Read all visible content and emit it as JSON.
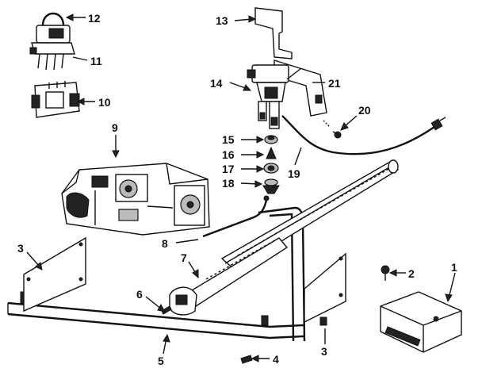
{
  "callouts": [
    {
      "id": "1",
      "text": "1"
    },
    {
      "id": "2",
      "text": "2"
    },
    {
      "id": "3a",
      "text": "3"
    },
    {
      "id": "3b",
      "text": "3"
    },
    {
      "id": "4",
      "text": "4"
    },
    {
      "id": "5",
      "text": "5"
    },
    {
      "id": "6",
      "text": "6"
    },
    {
      "id": "7",
      "text": "7"
    },
    {
      "id": "8",
      "text": "8"
    },
    {
      "id": "9",
      "text": "9"
    },
    {
      "id": "10",
      "text": "10"
    },
    {
      "id": "11",
      "text": "11"
    },
    {
      "id": "12",
      "text": "12"
    },
    {
      "id": "13",
      "text": "13"
    },
    {
      "id": "14",
      "text": "14"
    },
    {
      "id": "15",
      "text": "15"
    },
    {
      "id": "16",
      "text": "16"
    },
    {
      "id": "17",
      "text": "17"
    },
    {
      "id": "18",
      "text": "18"
    },
    {
      "id": "19",
      "text": "19"
    },
    {
      "id": "20",
      "text": "20"
    },
    {
      "id": "21",
      "text": "21"
    }
  ],
  "colors": {
    "ink": "#111111",
    "paper": "#ffffff"
  }
}
